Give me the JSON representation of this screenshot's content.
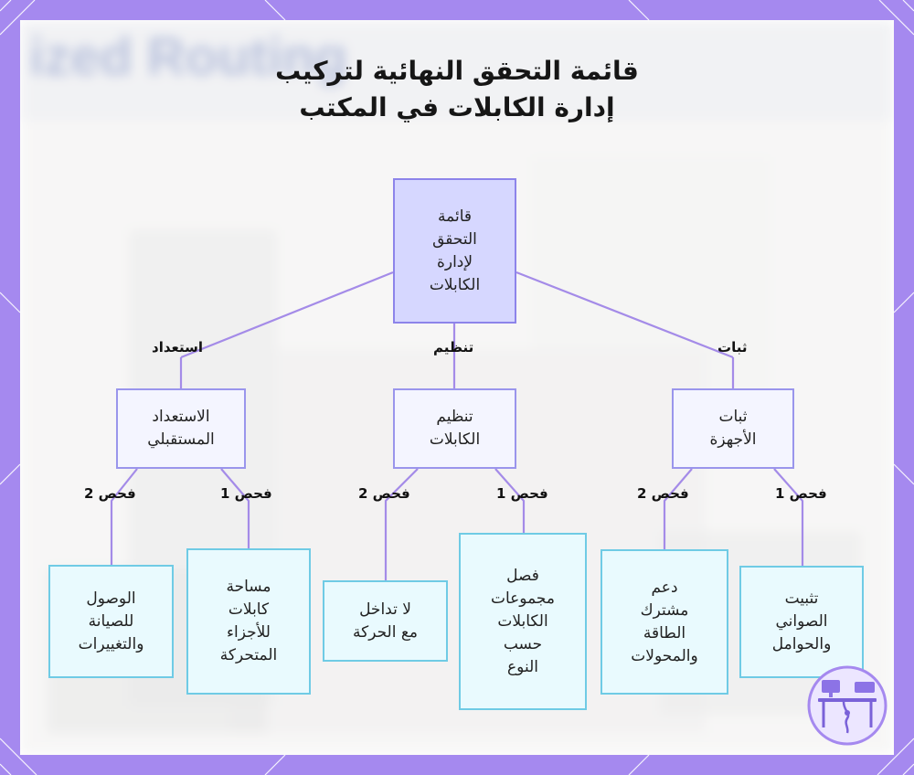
{
  "title": {
    "line1": "قائمة التحقق النهائية لتركيب",
    "line2": "إدارة الكابلات في المكتب"
  },
  "root": {
    "lines": [
      "قائمة",
      "التحقق",
      "لإدارة",
      "الكابلات"
    ]
  },
  "branches": [
    {
      "edge_label": "استعداد",
      "lines": [
        "الاستعداد",
        "المستقبلي"
      ]
    },
    {
      "edge_label": "تنظيم",
      "lines": [
        "تنظيم",
        "الكابلات"
      ]
    },
    {
      "edge_label": "ثبات",
      "lines": [
        "ثبات",
        "الأجهزة"
      ]
    }
  ],
  "checks": [
    {
      "edge_label": "فحص 2",
      "lines": [
        "الوصول",
        "للصيانة",
        "والتغييرات"
      ]
    },
    {
      "edge_label": "فحص 1",
      "lines": [
        "مساحة",
        "كابلات",
        "للأجزاء",
        "المتحركة"
      ]
    },
    {
      "edge_label": "فحص 2",
      "lines": [
        "لا تداخل",
        "مع الحركة"
      ]
    },
    {
      "edge_label": "فحص 1",
      "lines": [
        "فصل",
        "مجموعات",
        "الكابلات",
        "حسب",
        "النوع"
      ]
    },
    {
      "edge_label": "فحص 2",
      "lines": [
        "دعم",
        "مشترك",
        "الطاقة",
        "والمحولات"
      ]
    },
    {
      "edge_label": "فحص 1",
      "lines": [
        "تثبيت",
        "الصواني",
        "والحوامل"
      ]
    }
  ],
  "background_text": "ized Routing",
  "colors": {
    "frame": "#a589ef",
    "edge": "#a48be8",
    "root_fill": "#d6d7ff",
    "mid_fill": "#f4f5ff",
    "leaf_fill": "#e9fafe",
    "leaf_border": "#6fcbe5"
  }
}
